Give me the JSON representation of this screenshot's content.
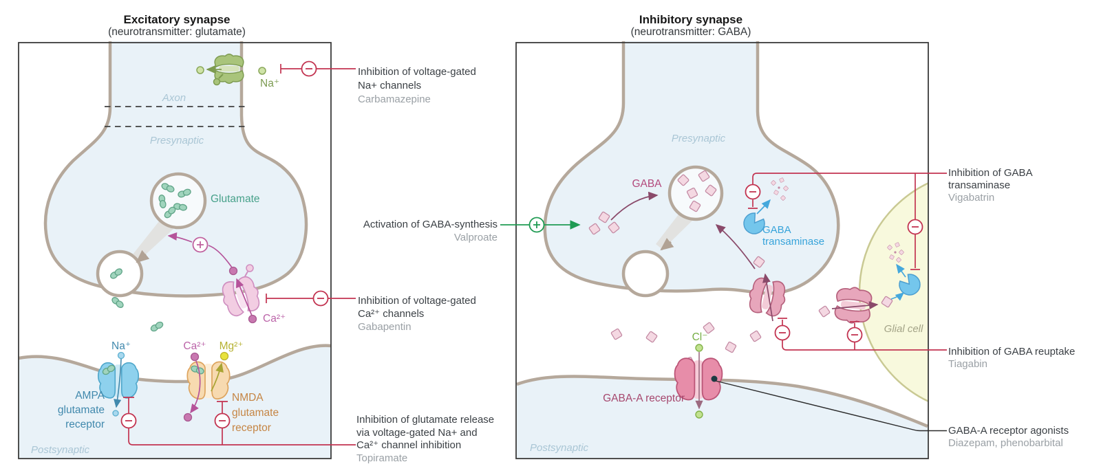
{
  "colors": {
    "inhibition_red": "#c23350",
    "activation_green": "#1f9b53",
    "membrane_tan": "#b5a89b",
    "cell_fill": "#e9f2f8",
    "glutamate_teal": "#47a18a",
    "gaba_pink": "#b3497c",
    "transaminase_blue": "#36a3da",
    "ampa_blue": "#4189ad",
    "nmda_orange": "#c58544",
    "glial_yellow": "#f8f9dd",
    "drug_gray": "#9aa0a5"
  },
  "left_panel": {
    "title": "Excitatory synapse",
    "subtitle": "(neurotransmitter: glutamate)",
    "regions": {
      "axon": "Axon",
      "presynaptic": "Presynaptic",
      "postsynaptic": "Postsynaptic"
    },
    "molecules": {
      "glutamate": "Glutamate",
      "na_channel_ion": "Na⁺",
      "ca_channel_ion": "Ca²⁺",
      "ampa_ion": "Na⁺",
      "nmda_ca_ion": "Ca²⁺",
      "nmda_mg_ion": "Mg²⁺"
    },
    "receptors": {
      "ampa": [
        "AMPA",
        "glutamate",
        "receptor"
      ],
      "nmda": [
        "NMDA",
        "glutamate",
        "receptor"
      ]
    }
  },
  "right_panel": {
    "title": "Inhibitory synapse",
    "subtitle": "(neurotransmitter: GABA)",
    "regions": {
      "presynaptic": "Presynaptic",
      "postsynaptic": "Postsynaptic",
      "glial": "Glial cell"
    },
    "molecules": {
      "gaba": "GABA",
      "transaminase": [
        "GABA",
        "transaminase"
      ],
      "gabaa_receptor": "GABA-A receptor",
      "cl_ion": "Cl⁻"
    }
  },
  "annotations": {
    "na_channels": {
      "lines": [
        "Inhibition of voltage-gated",
        "Na+ channels"
      ],
      "drug": "Carbamazepine"
    },
    "gaba_synthesis": {
      "lines": [
        "Activation of GABA-synthesis"
      ],
      "drug": "Valproate"
    },
    "ca_channels": {
      "lines": [
        "Inhibition of voltage-gated",
        "Ca²⁺ channels"
      ],
      "drug": "Gabapentin"
    },
    "glutamate_release": {
      "lines": [
        "Inhibition of glutamate release",
        "via voltage-gated Na+ and",
        "Ca²⁺ channel inhibition"
      ],
      "drug": "Topiramate"
    },
    "gaba_transaminase": {
      "lines": [
        "Inhibition of GABA",
        "transaminase"
      ],
      "drug": "Vigabatrin"
    },
    "gaba_reuptake": {
      "lines": [
        "Inhibition of GABA reuptake"
      ],
      "drug": "Tiagabin"
    },
    "gabaa_agonists": {
      "lines": [
        "GABA-A receptor agonists"
      ],
      "drug": "Diazepam, phenobarbital"
    }
  }
}
